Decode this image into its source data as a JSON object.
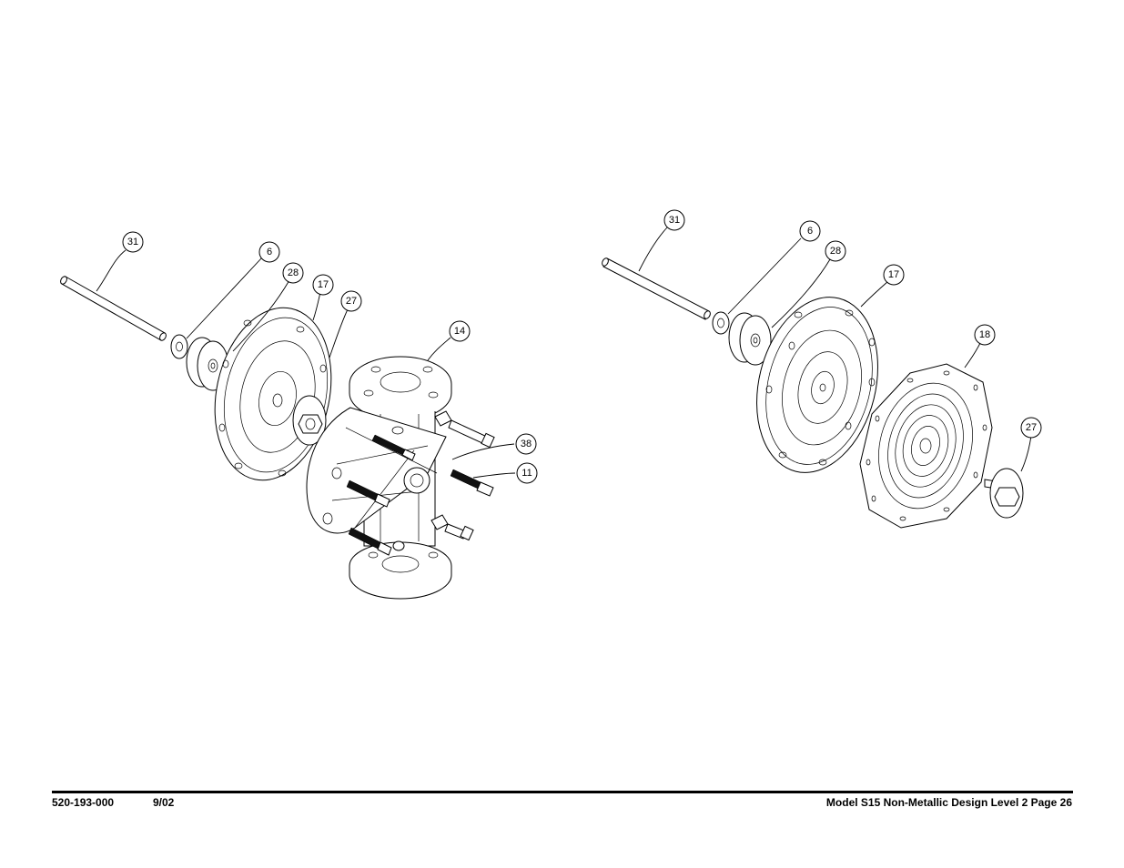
{
  "footer": {
    "doc_number": "520-193-000",
    "date": "9/02",
    "page_info": "Model S15 Non-Metallic Design Level 2 Page 26"
  },
  "left_assembly": {
    "callouts": [
      "31",
      "6",
      "28",
      "17",
      "27",
      "14",
      "38",
      "11"
    ]
  },
  "right_assembly": {
    "callouts": [
      "31",
      "6",
      "28",
      "17",
      "18",
      "27"
    ]
  }
}
